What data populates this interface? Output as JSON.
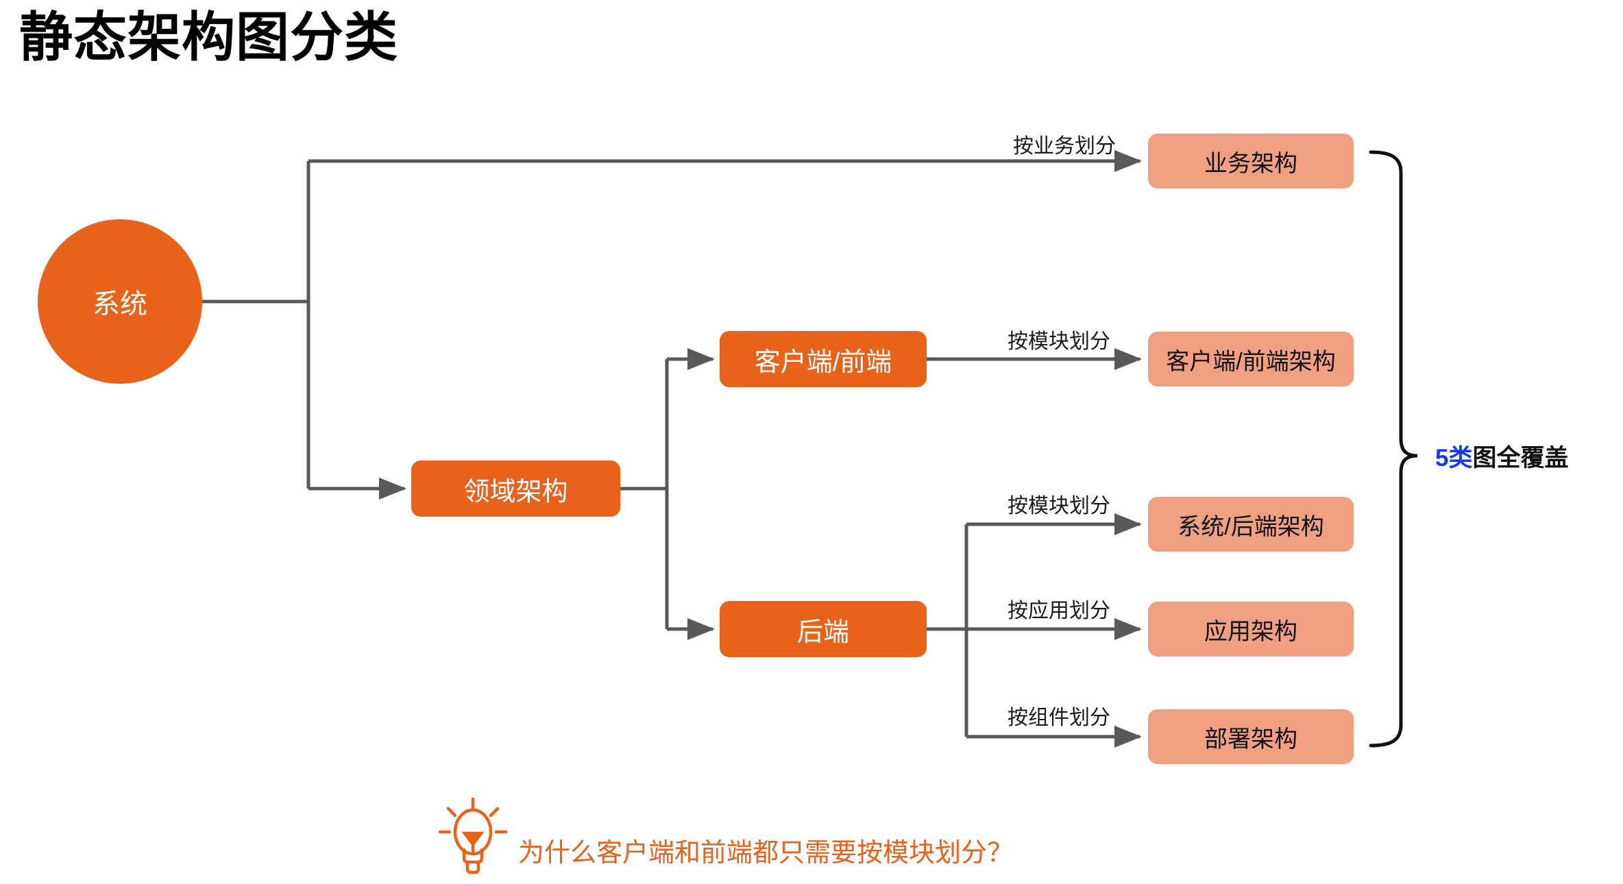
{
  "title": "静态架构图分类",
  "colors": {
    "primary_orange": "#E8621A",
    "leaf_salmon": "#F0A080",
    "wire_gray": "#595959",
    "highlight_blue": "#1438F5",
    "text_black": "#111111"
  },
  "nodes": {
    "root": {
      "label": "系统"
    },
    "domain": {
      "label": "领域架构"
    },
    "client": {
      "label": "客户端/前端"
    },
    "backend": {
      "label": "后端"
    },
    "leaves": [
      {
        "label": "业务架构"
      },
      {
        "label": "客户端/前端架构"
      },
      {
        "label": "系统/后端架构"
      },
      {
        "label": "应用架构"
      },
      {
        "label": "部署架构"
      }
    ]
  },
  "edge_labels": {
    "business": "按业务划分",
    "client_module": "按模块划分",
    "backend_module": "按模块划分",
    "backend_app": "按应用划分",
    "backend_component": "按组件划分"
  },
  "summary": {
    "highlight": "5类",
    "rest": "图全覆盖"
  },
  "hint": {
    "icon": "lightbulb-icon",
    "text": "为什么客户端和前端都只需要按模块划分？"
  },
  "chart_data": {
    "type": "tree-diagram",
    "title": "静态架构图分类",
    "root": "系统",
    "edges": [
      {
        "from": "系统",
        "to": "业务架构",
        "label": "按业务划分"
      },
      {
        "from": "系统",
        "to": "领域架构",
        "label": ""
      },
      {
        "from": "领域架构",
        "to": "客户端/前端",
        "label": ""
      },
      {
        "from": "领域架构",
        "to": "后端",
        "label": ""
      },
      {
        "from": "客户端/前端",
        "to": "客户端/前端架构",
        "label": "按模块划分"
      },
      {
        "from": "后端",
        "to": "系统/后端架构",
        "label": "按模块划分"
      },
      {
        "from": "后端",
        "to": "应用架构",
        "label": "按应用划分"
      },
      {
        "from": "后端",
        "to": "部署架构",
        "label": "按组件划分"
      }
    ],
    "annotation": "5类图全覆盖",
    "footnote": "为什么客户端和前端都只需要按模块划分？"
  }
}
